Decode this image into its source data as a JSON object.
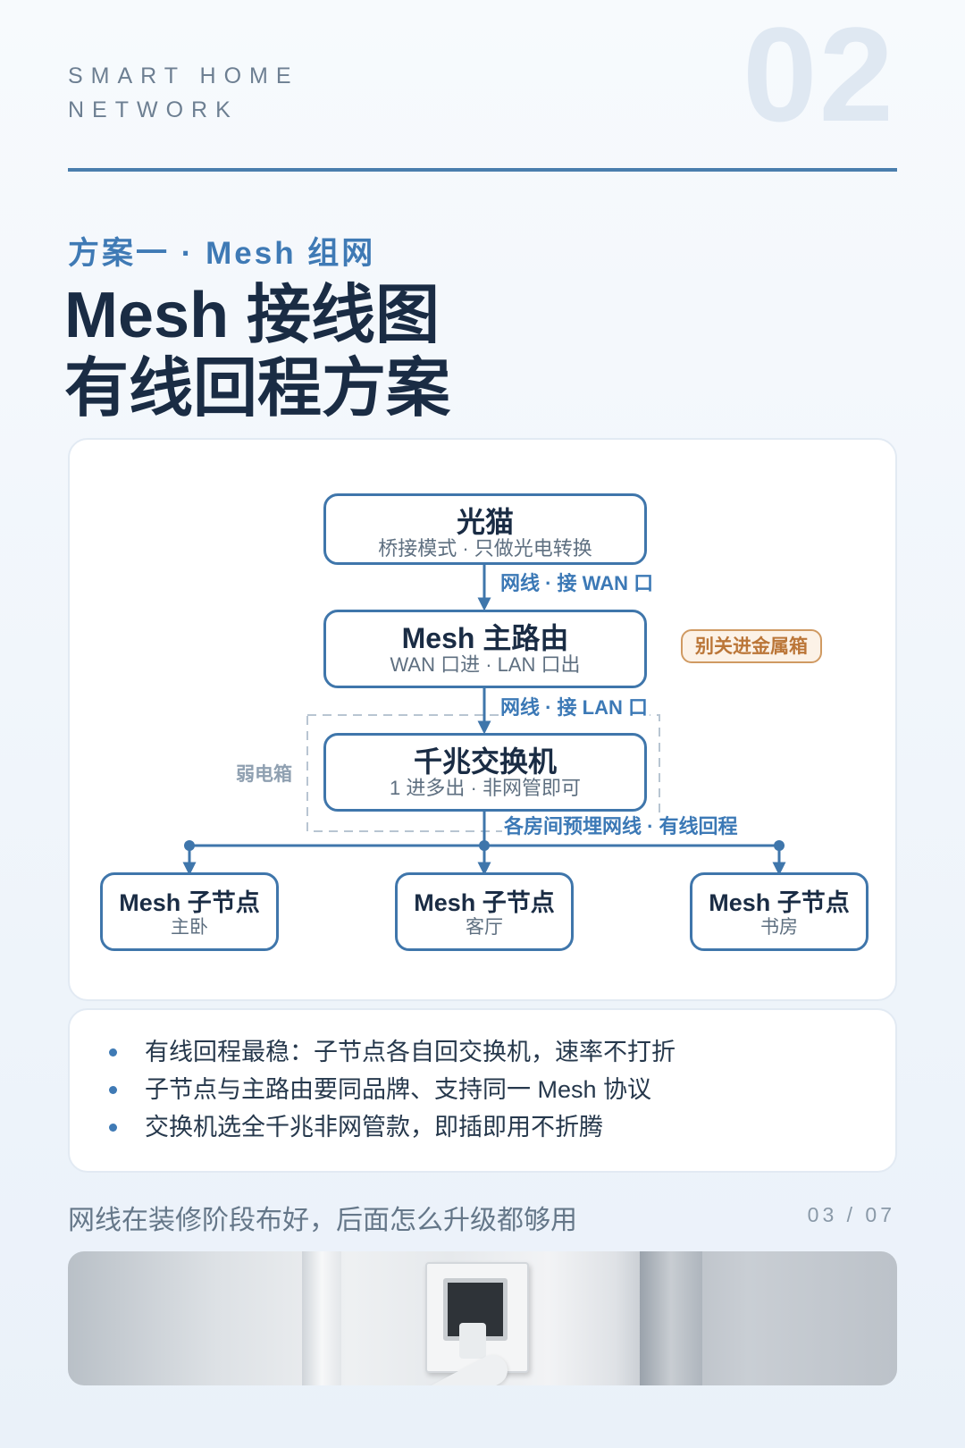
{
  "header": {
    "brand_line1": "SMART HOME",
    "brand_line2": "NETWORK",
    "section_number": "02"
  },
  "kicker": "方案一 · Mesh 组网",
  "title": {
    "line1": "Mesh 接线图",
    "line2": "有线回程方案"
  },
  "diagram": {
    "nodes": {
      "modem": {
        "title": "光猫",
        "subtitle": "桥接模式 · 只做光电转换"
      },
      "router": {
        "title": "Mesh 主路由",
        "subtitle": "WAN 口进 · LAN 口出"
      },
      "switch": {
        "title": "千兆交换机",
        "subtitle": "1 进多出 · 非网管即可"
      },
      "sub_nodes": [
        {
          "title": "Mesh 子节点",
          "subtitle": "主卧"
        },
        {
          "title": "Mesh 子节点",
          "subtitle": "客厅"
        },
        {
          "title": "Mesh 子节点",
          "subtitle": "书房"
        }
      ]
    },
    "edge_labels": {
      "modem_to_router": "网线 · 接 WAN 口",
      "router_to_switch": "网线 · 接 LAN 口",
      "switch_to_nodes": "各房间预埋网线 · 有线回程"
    },
    "warning_tag": "别关进金属箱",
    "box_label": "弱电箱"
  },
  "tips": [
    "有线回程最稳：子节点各自回交换机，速率不打折",
    "子节点与主路由要同品牌、支持同一 Mesh 协议",
    "交换机选全千兆非网管款，即插即用不折腾"
  ],
  "footer": {
    "note": "网线在装修阶段布好，后面怎么升级都够用",
    "page": "03 / 07"
  },
  "colors": {
    "accent": "#3f7ab5",
    "node_border": "#3f76ab",
    "warning": "#bb7638"
  }
}
